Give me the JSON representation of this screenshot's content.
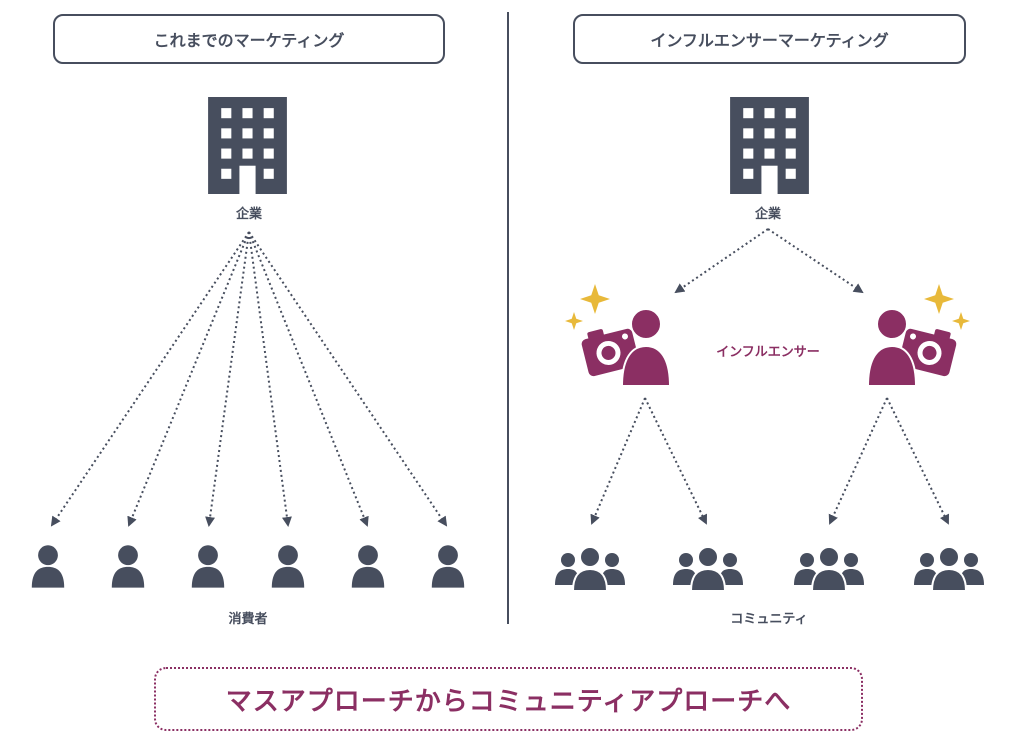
{
  "left": {
    "header": "これまでのマーケティング",
    "company_label": "企業",
    "consumer_label": "消費者"
  },
  "right": {
    "header": "インフルエンサーマーケティング",
    "company_label": "企業",
    "influencer_label": "インフルエンサー",
    "community_label": "コミュニティ"
  },
  "footer": "マスアプローチからコミュニティアプローチへ",
  "colors": {
    "dark": "#474e5e",
    "accent": "#8b2f63",
    "sparkle": "#e8b93a"
  },
  "icons": [
    "building-icon",
    "person-icon",
    "group-icon",
    "influencer-camera-icon",
    "sparkle-icon"
  ]
}
